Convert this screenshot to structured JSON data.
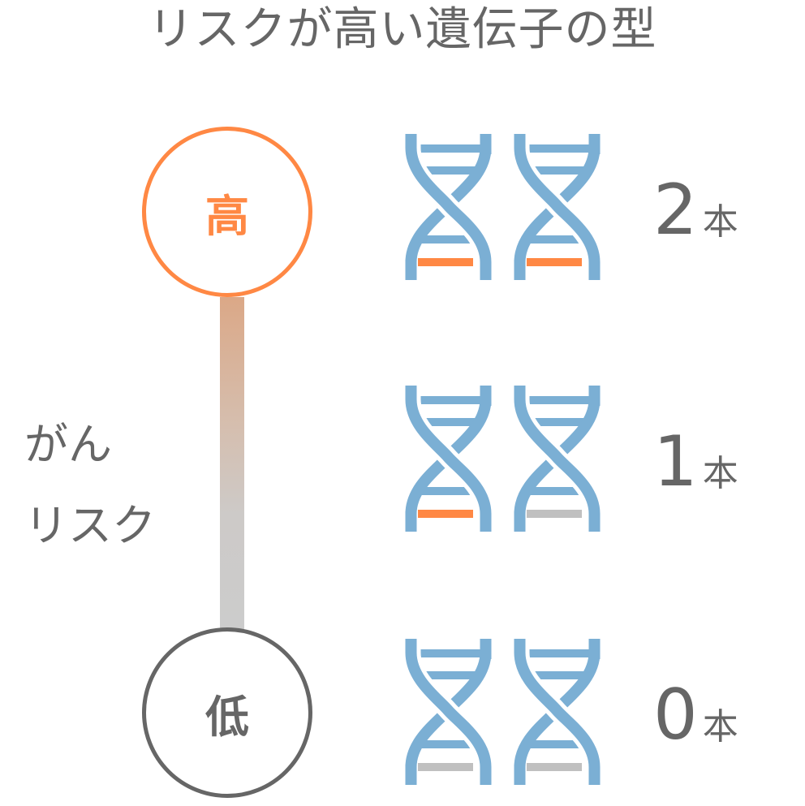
{
  "title": "リスクが高い遺伝子の型",
  "scale": {
    "high_label": "高",
    "low_label": "低",
    "side_label_line1": "がん",
    "side_label_line2": "リスク",
    "colors": {
      "high": "#ff8844",
      "low": "#666666",
      "bar_top": "#dba887",
      "bar_bottom": "#cccccc"
    }
  },
  "colors": {
    "helix": "#7bafd4",
    "risk_rung": "#ff8844",
    "normal_rung": "#c0c0c0",
    "text": "#666666"
  },
  "rows": [
    {
      "count_number": "2",
      "count_unit": "本",
      "helices": [
        {
          "marker": "risk"
        },
        {
          "marker": "risk"
        }
      ]
    },
    {
      "count_number": "1",
      "count_unit": "本",
      "helices": [
        {
          "marker": "risk"
        },
        {
          "marker": "normal"
        }
      ]
    },
    {
      "count_number": "0",
      "count_unit": "本",
      "helices": [
        {
          "marker": "normal"
        },
        {
          "marker": "normal"
        }
      ]
    }
  ]
}
